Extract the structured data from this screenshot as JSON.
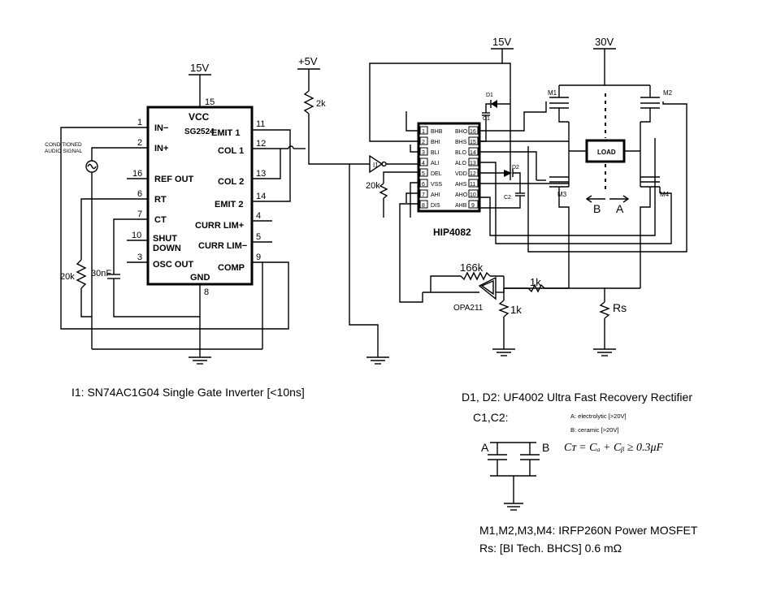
{
  "supplies": {
    "vcc_sg": "15V",
    "vcc_hip": "15V",
    "vbus": "30V",
    "logic": "+5V"
  },
  "sg2524": {
    "name": "SG2524",
    "vcc": "VCC",
    "gnd": "GND",
    "left_pins": [
      {
        "num": "1",
        "label": "IN−"
      },
      {
        "num": "2",
        "label": "IN+"
      },
      {
        "num": "16",
        "label": "REF OUT"
      },
      {
        "num": "6",
        "label": "RT"
      },
      {
        "num": "7",
        "label": "CT"
      },
      {
        "num": "10",
        "label": "SHUT DOWN"
      },
      {
        "num": "3",
        "label": "OSC OUT"
      }
    ],
    "right_pins": [
      {
        "num": "11",
        "label": "EMIT 1"
      },
      {
        "num": "12",
        "label": "COL 1"
      },
      {
        "num": "13",
        "label": "COL 2"
      },
      {
        "num": "14",
        "label": "EMIT 2"
      },
      {
        "num": "4",
        "label": "CURR LIM+"
      },
      {
        "num": "5",
        "label": "CURR LIM−"
      },
      {
        "num": "9",
        "label": "COMP"
      }
    ],
    "top_pin": "15",
    "bottom_pin": "8"
  },
  "hip4082": {
    "name": "HIP4082",
    "left_pins": [
      {
        "num": "1",
        "label": "BHB"
      },
      {
        "num": "2",
        "label": "BHI"
      },
      {
        "num": "3",
        "label": "BLI"
      },
      {
        "num": "4",
        "label": "ALI"
      },
      {
        "num": "5",
        "label": "DEL"
      },
      {
        "num": "6",
        "label": "VSS"
      },
      {
        "num": "7",
        "label": "AHI"
      },
      {
        "num": "8",
        "label": "DIS"
      }
    ],
    "right_pins": [
      {
        "num": "16",
        "label": "BHO"
      },
      {
        "num": "15",
        "label": "BHS"
      },
      {
        "num": "14",
        "label": "BLO"
      },
      {
        "num": "13",
        "label": "ALO"
      },
      {
        "num": "12",
        "label": "VDD"
      },
      {
        "num": "11",
        "label": "AHS"
      },
      {
        "num": "10",
        "label": "AHO"
      },
      {
        "num": "9",
        "label": "AHB"
      }
    ]
  },
  "labels": {
    "audio_signal": "CONDITIONED AUDIO SIGNAL",
    "r_20k_a": "20k",
    "c_30nf": "30nF",
    "r_2k": "2k",
    "r_20k_b": "20k",
    "inverter": "I1",
    "d1": "D1",
    "d2": "D2",
    "c1": "C1",
    "c2": "C2",
    "m1": "M1",
    "m2": "M2",
    "m3": "M3",
    "m4": "M4",
    "load": "LOAD",
    "dir_b": "B",
    "dir_a": "A",
    "r_166k": "166k",
    "r_1k_a": "1k",
    "r_1k_b": "1k",
    "opamp": "OPA211",
    "rs": "Rs"
  },
  "notes": {
    "inverter": "I1: SN74AC1G04 Single Gate Inverter [<10ns]",
    "diodes": "D1, D2: UF4002 Ultra Fast Recovery Rectifier",
    "caps": "C1,C2:",
    "cap_a": "A: electrolytic [>20V]",
    "cap_b": "B: ceramic [>20V]",
    "cap_a_label": "A",
    "cap_b_label": "B",
    "formula": "Cᴛ = Cₐ + Cᵦ ≥ 0.3μF",
    "mosfets": "M1,M2,M3,M4: IRFP260N Power MOSFET",
    "rs": "Rs: [BI Tech. BHCS]  0.6 mΩ"
  }
}
